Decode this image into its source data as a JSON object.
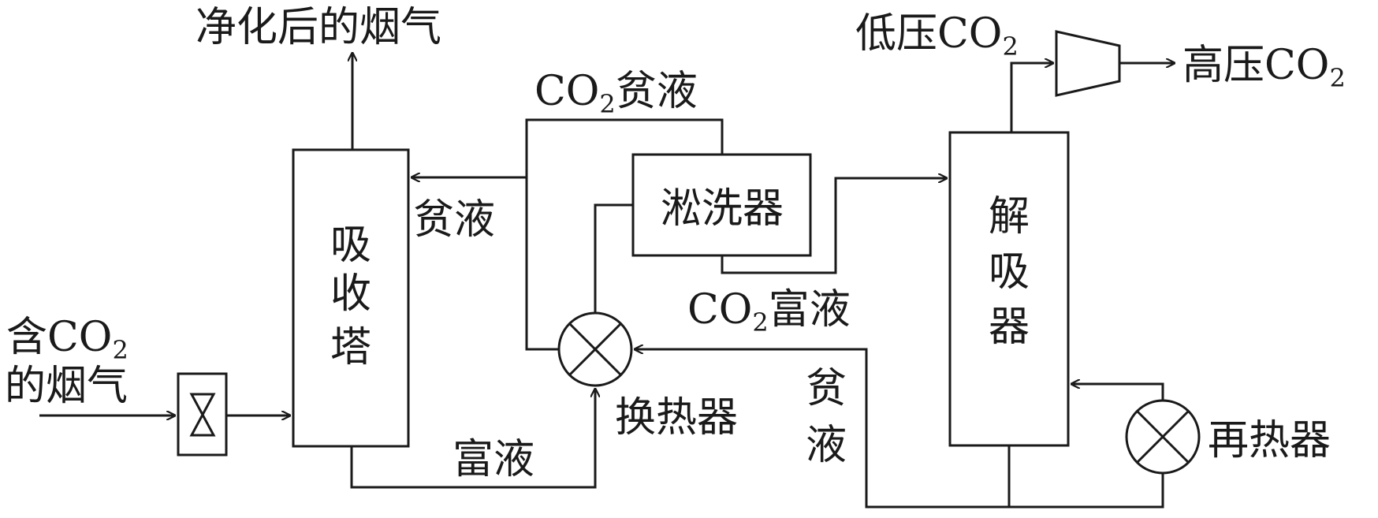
{
  "diagram": {
    "nodes": {
      "absorber": {
        "chars": [
          "吸",
          "收",
          "塔"
        ]
      },
      "scrubber": {
        "label": "淞洗器"
      },
      "desorber": {
        "chars": [
          "解",
          "吸",
          "器"
        ]
      },
      "heat_exchanger": {
        "label": "换热器"
      },
      "reheater": {
        "label": "再热器"
      },
      "compressor": {}
    },
    "labels": {
      "clean_flue_gas": "净化后的烟气",
      "flue_gas_in_line1_prefix": "含",
      "flue_gas_in_line1_formula": "CO",
      "flue_gas_in_line1_subscript": "2",
      "flue_gas_in_line2": "的烟气",
      "lean_co2_formula": "CO",
      "lean_co2_subscript": "2",
      "lean_co2_suffix": "贫液",
      "lean_liquid_top": "贫液",
      "rich_co2_formula": "CO",
      "rich_co2_subscript": "2",
      "rich_co2_suffix": "富液",
      "rich_liquid_bottom": "富液",
      "lean_liquid_vertical": [
        "贫",
        "液"
      ],
      "low_pressure_prefix": "低压",
      "low_pressure_formula": "CO",
      "low_pressure_subscript": "2",
      "high_pressure_prefix": "高压",
      "high_pressure_formula": "CO",
      "high_pressure_subscript": "2"
    },
    "colors": {
      "stroke": "#1a1a1a",
      "background": "#ffffff"
    }
  }
}
